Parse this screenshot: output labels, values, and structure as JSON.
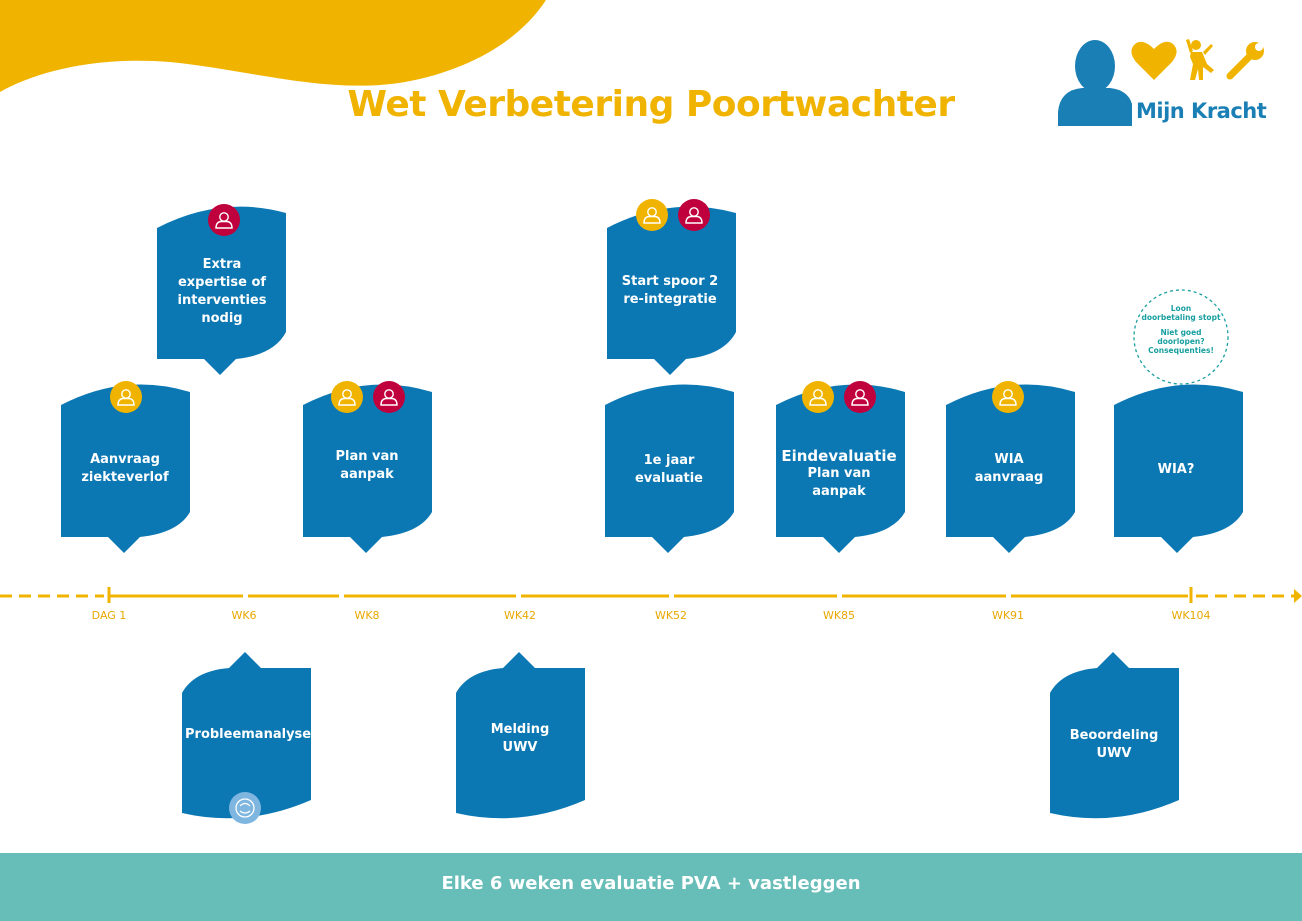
{
  "title": "Wet Verbetering Poortwachter",
  "brand": {
    "name": "Mijn Kracht"
  },
  "colors": {
    "bubble": "#0c78b3",
    "accent": "#f0b400",
    "employer_badge": "#c0003c",
    "footer": "#67bdb8"
  },
  "timeline": {
    "ticks": [
      "DAG 1",
      "WK6",
      "WK8",
      "WK42",
      "WK52",
      "WK85",
      "WK91",
      "WK104"
    ]
  },
  "bubbles": {
    "extra_expertise": {
      "l1": "Extra",
      "l2": "expertise of",
      "l3": "interventies",
      "l4": "nodig"
    },
    "start_spoor": {
      "l1": "Start spoor 2",
      "l2": "re-integratie"
    },
    "aanvraag": {
      "l1": "Aanvraag",
      "l2": "ziekteverlof"
    },
    "plan_van_aanpak": {
      "l1": "Plan van",
      "l2": "aanpak"
    },
    "eerste_jaar": {
      "l1": "1e jaar",
      "l2": "evaluatie"
    },
    "eindevaluatie": {
      "l1": "Eindevaluatie",
      "l2": "Plan van aanpak"
    },
    "wia_aanvraag": {
      "l1": "WIA",
      "l2": "aanvraag"
    },
    "wia_question": {
      "l1": "WIA?"
    },
    "probleemanalyse": {
      "l1": "Probleemanalyse"
    },
    "melding": {
      "l1": "Melding",
      "l2": "UWV"
    },
    "beoordeling": {
      "l1": "Beoordeling",
      "l2": "UWV"
    }
  },
  "note": {
    "l1": "Loon",
    "l2": "doorbetaling stopt",
    "l3": "Niet goed",
    "l4": "doorlopen?",
    "l5": "Consequenties!"
  },
  "footer": {
    "text": "Elke 6 weken evaluatie PVA + vastleggen"
  }
}
